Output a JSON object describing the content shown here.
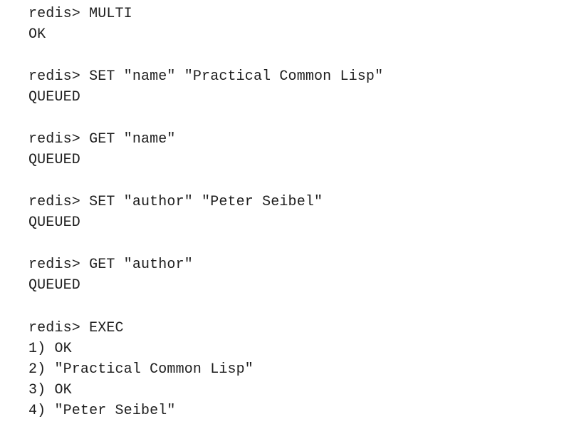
{
  "terminal": {
    "blocks": [
      {
        "command": "redis> MULTI",
        "output": [
          "OK"
        ]
      },
      {
        "command": "redis> SET \"name\" \"Practical Common Lisp\"",
        "output": [
          "QUEUED"
        ]
      },
      {
        "command": "redis> GET \"name\"",
        "output": [
          "QUEUED"
        ]
      },
      {
        "command": "redis> SET \"author\" \"Peter Seibel\"",
        "output": [
          "QUEUED"
        ]
      },
      {
        "command": "redis> GET \"author\"",
        "output": [
          "QUEUED"
        ]
      },
      {
        "command": "redis> EXEC",
        "output": [
          "1) OK",
          "2) \"Practical Common Lisp\"",
          "3) OK",
          "4) \"Peter Seibel\""
        ]
      }
    ]
  }
}
